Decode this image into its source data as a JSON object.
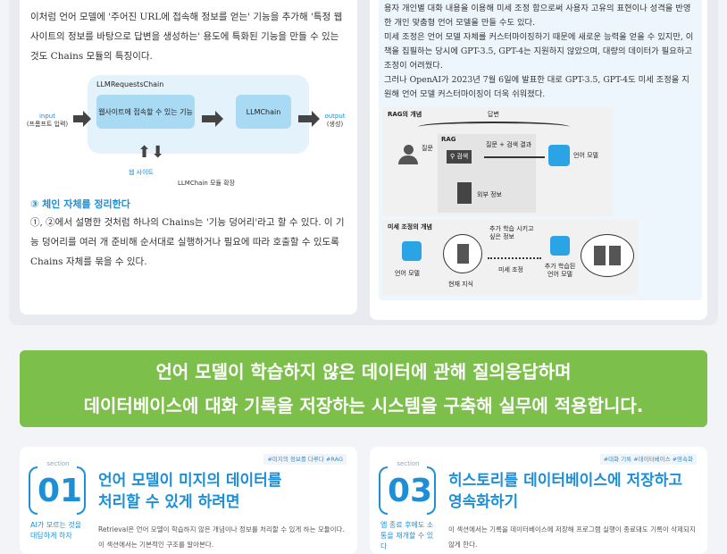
{
  "left_page": {
    "para1": "이처럼 언어 모델에 '주어진 URL에 접속해 정보를 얻는' 기능을 추가해 '특정 웹사이트의 정보를 바탕으로 답변을 생성하는' 용도에 특화된 기능을 만들 수 있는 것도 Chains 모듈의 특징이다.",
    "diagram": {
      "container": "LLMRequestsChain",
      "input": "input",
      "input_sub": "(프롬프트 입력)",
      "box1": "웹사이트에 접속할 수 있는 기능",
      "box2": "LLMChain",
      "output": "output",
      "output_sub": "(생성)",
      "website": "웹 사이트",
      "caption": "LLMChain 모듈 확장"
    },
    "heading3": "③ 체인 자체를 정리한다",
    "para2": "①, ②에서 설명한 것처럼 하나의 Chains는 '기능 덩어리'라고 할 수 있다. 이 기능 덩어리를 여러 개 준비해 순서대로 실행하거나 필요에 따라 호출할 수 있도록 Chains 자체를 묶을 수 있다."
  },
  "right_page": {
    "para1": "용자 개인별 대화 내용을 이용해 미세 조정 함으로써 사용자 고유의 표현이나 성격을 반영한 개인 맞춤형 언어 모델을 만들 수도 있다.",
    "para2": "미세 조정은 언어 모델 자체를 커스터마이징하기 때문에 새로운 능력을 얻을 수 있지만, 이 책을 집필하는 당시에 GPT-3.5, GPT-4는 지원하지 않았으며, 대량의 데이터가 필요하고 조정이 어려웠다.",
    "para3": "그러나 OpenAI가 2023년 7월 6일에 발표한 대로 GPT-3.5, GPT-4도 미세 조정을 지원해 언어 모델 커스터마이징이 더욱 쉬워졌다.",
    "rag": {
      "title": "RAG의 개념",
      "answer": "답변",
      "rag": "RAG",
      "question": "질문",
      "search": "검색",
      "q_plus": "질문 + 검색 결과",
      "model": "언어 모델",
      "external": "외부 정보"
    },
    "ft": {
      "title": "미세 조정의 개념",
      "extra": "추가 학습 시키고 싶은 정보",
      "model": "언어 모델",
      "current": "현재 지식",
      "ft": "미세 조정",
      "trained": "추가 학습된 언어 모델"
    }
  },
  "banner": {
    "line1": "언어 모델이 학습하지 않은 데이터에 관해 질의응답하며",
    "line2": "데이터베이스에 대화 기록을 저장하는 시스템을 구축해 실무에 적용합니다."
  },
  "sections": [
    {
      "label": "section",
      "number": "01",
      "tags": "#미지의 정보를 다루다  #RAG",
      "title1": "언어 모델이 미지의 데이터를",
      "title2": "처리할 수 있게 하려면",
      "side": "AI가 모르는 것을 대답하게 하자",
      "desc": "Retrieval은 언어 모델이 학습하지 않은 개념이나 정보를 처리할 수 있게 하는 모듈이다. 이 섹션에서는 기본적인 구조를 알아본다."
    },
    {
      "label": "section",
      "number": "03",
      "tags": "#대화 기록  #데이터베이스  #영속화",
      "title1": "히스토리를 데이터베이스에 저장하고",
      "title2": "영속화하기",
      "side": "앱 종료 후에도 소통을 재개할 수 있다",
      "desc": "이 섹션에서는 기록을 데이터베이스에 저장해 프로그램 실행이 종료돼도 기록이 삭제되지 않게 한다."
    }
  ]
}
